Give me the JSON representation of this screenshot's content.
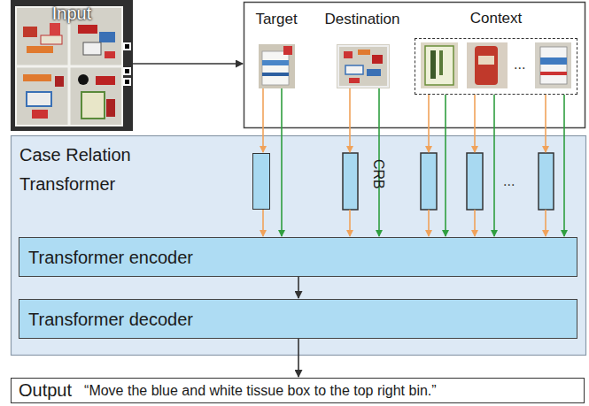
{
  "diagram": {
    "nodes": [
      {
        "text": [
          "Input"
        ]
      },
      {
        "text": [
          "Target"
        ]
      },
      {
        "text": [
          "Destination"
        ]
      },
      {
        "text": [
          "Context"
        ]
      },
      {
        "text": [
          "Case Relation Transformer"
        ]
      },
      {
        "text": [
          "CRB"
        ],
        "in": 4
      },
      {
        "text": [
          "Transformer encoder"
        ],
        "in": 4
      },
      {
        "text": [
          "Transformer decoder"
        ],
        "in": 4
      },
      {
        "text": [
          "Output",
          "“Move the blue and white tissue box to the top right bin.”"
        ]
      }
    ],
    "edges": [
      {
        "from": 1,
        "to": 5,
        "arrow": "to"
      },
      {
        "from": 1,
        "to": 6,
        "arrow": "to"
      },
      {
        "from": 5,
        "to": 6,
        "arrow": "to"
      },
      {
        "from": 2,
        "to": 6,
        "arrow": "to"
      },
      {
        "from": 3,
        "to": 6,
        "arrow": "to"
      },
      {
        "from": 3,
        "to": 6,
        "arrow": "to"
      },
      {
        "from": 3,
        "to": 6,
        "arrow": "to"
      },
      {
        "from": 6,
        "to": 7,
        "arrow": "to"
      },
      {
        "from": 7,
        "to": 8,
        "arrow": "to"
      }
    ],
    "labels": [
      "...",
      "..."
    ]
  }
}
